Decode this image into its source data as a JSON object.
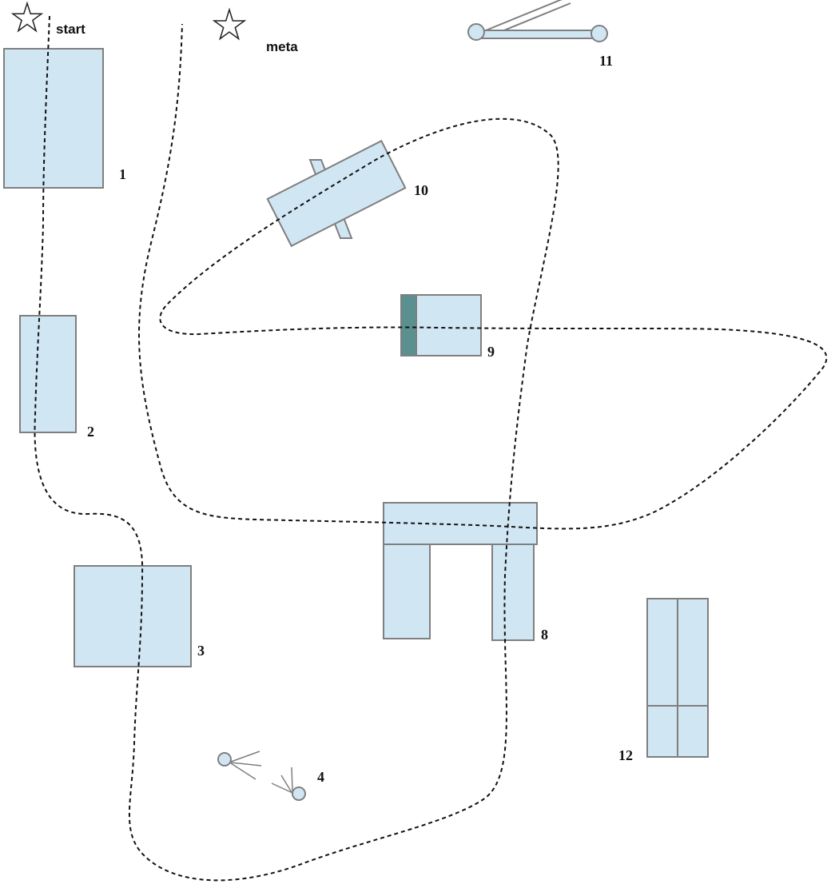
{
  "markers": {
    "start": "start",
    "finish": "meta"
  },
  "obstacles": {
    "o1": "1",
    "o2": "2",
    "o3": "3",
    "o4": "4",
    "o8": "8",
    "o9": "9",
    "o10": "10",
    "o11": "11",
    "o12": "12"
  },
  "colors": {
    "obstacle_fill": "#d1e6f3",
    "obstacle_stroke": "#7f7f7f",
    "accent_dark": "#5b9090",
    "path": "#111111"
  }
}
